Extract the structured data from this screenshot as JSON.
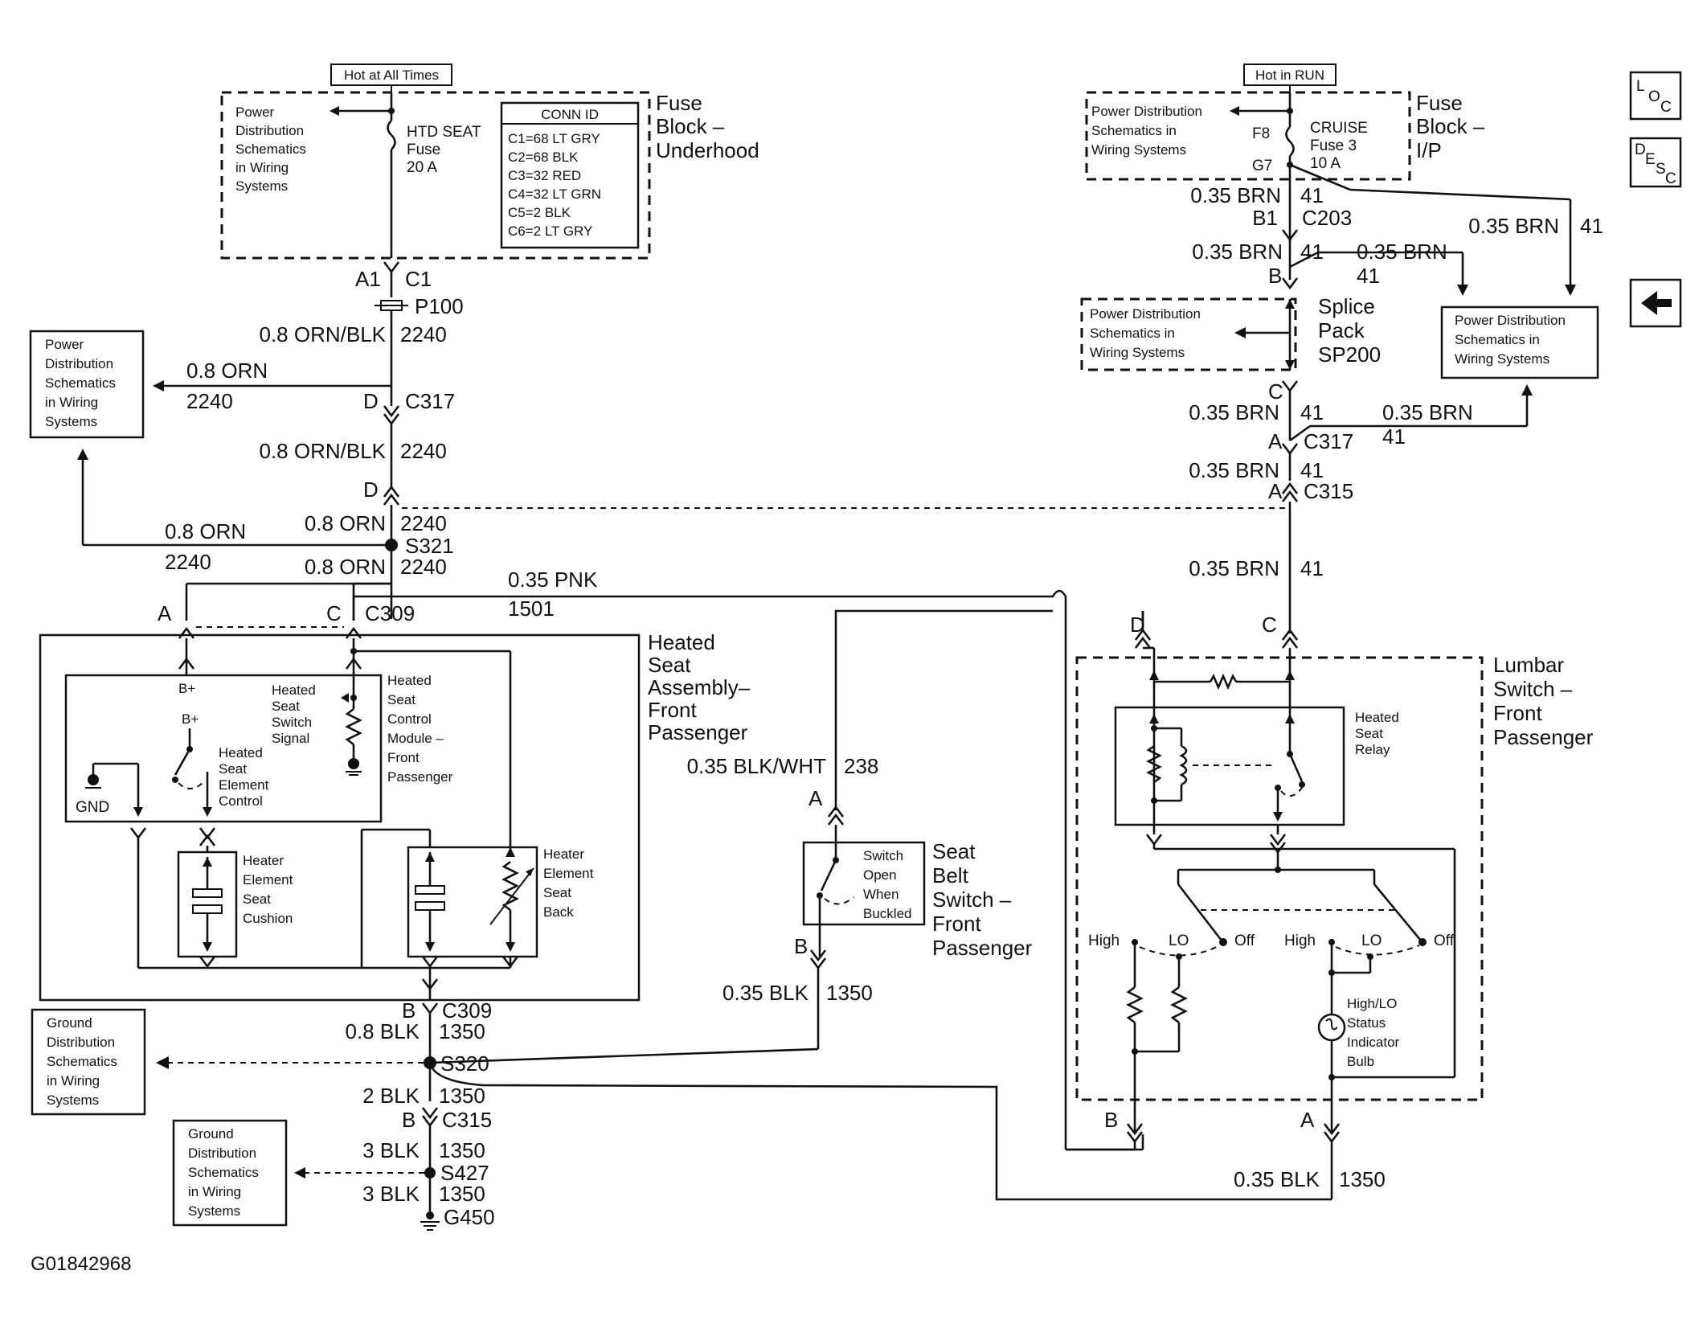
{
  "fuse_block_underhood": {
    "hot_label": "Hot at All Times",
    "power_dist": [
      "Power",
      "Distribution",
      "Schematics",
      "in Wiring",
      "Systems"
    ],
    "fuse": [
      "HTD SEAT",
      "Fuse",
      "20 A"
    ],
    "conn_id_title": "CONN ID",
    "conn_ids": [
      "C1=68 LT GRY",
      "C2=68 BLK",
      "C3=32 RED",
      "C4=32 LT GRN",
      "C5=2 BLK",
      "C6=2 LT GRY"
    ],
    "block_name": [
      "Fuse",
      "Block –",
      "Underhood"
    ]
  },
  "fuse_block_ip": {
    "hot_label": "Hot in RUN",
    "power_dist": [
      "Power Distribution",
      "Schematics in",
      "Wiring Systems"
    ],
    "pin_f8": "F8",
    "pin_g7": "G7",
    "fuse": [
      "CRUISE",
      "Fuse 3",
      "10 A"
    ],
    "block_name": [
      "Fuse",
      "Block –",
      "I/P"
    ]
  },
  "icons": {
    "loc": [
      "L",
      "O",
      "C"
    ],
    "desc": [
      "D",
      "E",
      "S",
      "C"
    ]
  },
  "left_trunk": {
    "a1": "A1",
    "c1": "C1",
    "p100": "P100",
    "w1": "0.8 ORN/BLK",
    "c1_num": "2240",
    "branch_wire": "0.8 ORN",
    "branch_num": "2240",
    "c317_pin": "D",
    "c317": "C317",
    "w2": "0.8 ORN/BLK",
    "w2_num": "2240",
    "c315_pin": "D",
    "s321_wire_up": "0.8 ORN",
    "s321_num_up": "2240",
    "s321": "S321",
    "s321_wire_dn": "0.8 ORN",
    "s321_num_dn": "2240",
    "left_wire": "0.8 ORN",
    "left_num": "2240"
  },
  "left_power_dist": [
    "Power",
    "Distribution",
    "Schematics",
    "in Wiring",
    "Systems"
  ],
  "pnk_wire": {
    "label": "0.35 PNK",
    "num": "1501"
  },
  "c309": {
    "pin_a": "A",
    "pin_c": "C",
    "name": "C309"
  },
  "heated_seat": {
    "name": [
      "Heated",
      "Seat",
      "Assembly–",
      "Front",
      "Passenger"
    ],
    "b_plus_1": "B+",
    "b_plus_2": "B+",
    "switch_signal": [
      "Heated",
      "Seat",
      "Switch",
      "Signal"
    ],
    "module": [
      "Heated",
      "Seat",
      "Control",
      "Module –",
      "Front",
      "Passenger"
    ],
    "element_control": [
      "Heated",
      "Seat",
      "Element",
      "Control"
    ],
    "gnd": "GND",
    "cushion": [
      "Heater",
      "Element",
      "Seat",
      "Cushion"
    ],
    "back": [
      "Heater",
      "Element",
      "Seat",
      "Back"
    ]
  },
  "ground_trunk": {
    "pin_b": "B",
    "c309": "C309",
    "w1": "0.8 BLK",
    "w1_num": "1350",
    "s320": "S320",
    "w2": "2 BLK",
    "w2_num": "1350",
    "pin_b2": "B",
    "c315": "C315",
    "w3": "3 BLK",
    "w3_num": "1350",
    "s427": "S427",
    "w4": "3 BLK",
    "w4_num": "1350",
    "g450": "G450"
  },
  "ground_dist_1": [
    "Ground",
    "Distribution",
    "Schematics",
    "in Wiring",
    "Systems"
  ],
  "ground_dist_2": [
    "Ground",
    "Distribution",
    "Schematics",
    "in Wiring",
    "Systems"
  ],
  "seat_belt": {
    "wire_top": "0.35 BLK/WHT",
    "wire_top_num": "238",
    "pin_a": "A",
    "pin_b": "B",
    "switch_text": [
      "Switch",
      "Open",
      "When",
      "Buckled"
    ],
    "name": [
      "Seat",
      "Belt",
      "Switch –",
      "Front",
      "Passenger"
    ],
    "wire_bot": "0.35 BLK",
    "wire_bot_num": "1350"
  },
  "right_trunk": {
    "w1": "0.35 BRN",
    "w1_num": "41",
    "b1": "B1",
    "c203": "C203",
    "far_wire": "0.35 BRN",
    "far_num": "41",
    "w2": "0.35 BRN",
    "w2_num": "41",
    "branch_wire": "0.35 BRN",
    "branch_num": "41",
    "sp_pin_b": "B",
    "splice": [
      "Splice",
      "Pack",
      "SP200"
    ],
    "splice_pd": [
      "Power Distribution",
      "Schematics in",
      "Wiring Systems"
    ],
    "sp_pin_c": "C",
    "w3": "0.35 BRN",
    "w3_num": "41",
    "branch2_wire": "0.35 BRN",
    "branch2_num": "41",
    "c317_pin": "A",
    "c317": "C317",
    "w4": "0.35 BRN",
    "w4_num": "41",
    "c315_pin": "A",
    "c315": "C315",
    "w5": "0.35 BRN",
    "w5_num": "41",
    "right_pd": [
      "Power Distribution",
      "Schematics in",
      "Wiring Systems"
    ]
  },
  "lumbar": {
    "pin_d": "D",
    "pin_c": "C",
    "name": [
      "Lumbar",
      "Switch –",
      "Front",
      "Passenger"
    ],
    "relay": [
      "Heated",
      "Seat",
      "Relay"
    ],
    "high1": "High",
    "lo1": "LO",
    "off1": "Off",
    "high2": "High",
    "lo2": "LO",
    "off2": "Off",
    "bulb": [
      "High/LO",
      "Status",
      "Indicator",
      "Bulb"
    ],
    "pin_b": "B",
    "pin_a": "A",
    "bottom_wire": "0.35 BLK",
    "bottom_num": "1350"
  },
  "figure_id": "G01842968"
}
